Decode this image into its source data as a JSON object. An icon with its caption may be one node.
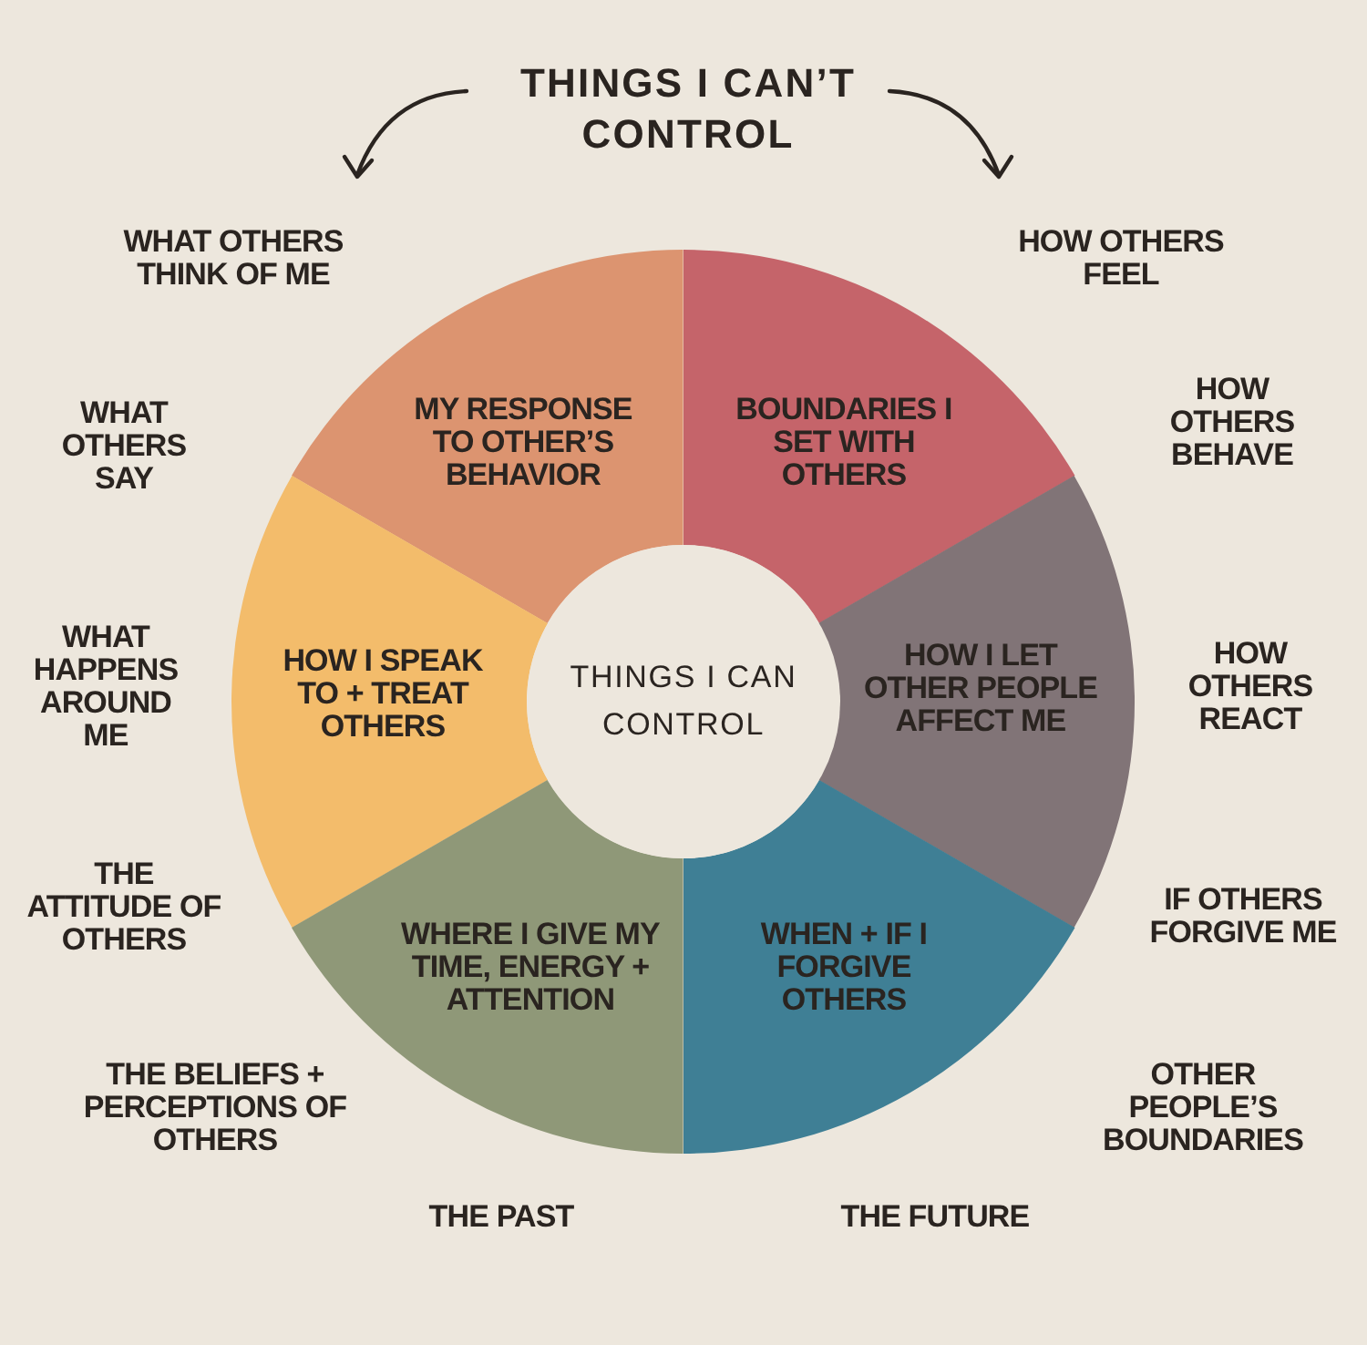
{
  "diagram": {
    "title": "THINGS I CAN’T CONTROL",
    "nodes": [
      {
        "text": [
          "MY RESPONSE TO OTHER’S BEHAVIOR"
        ]
      },
      {
        "text": [
          "BOUNDARIES I SET WITH OTHERS"
        ]
      },
      {
        "text": [
          "HOW I SPEAK TO + TREAT OTHERS"
        ]
      },
      {
        "text": [
          "THINGS I CAN CONTROL"
        ]
      },
      {
        "text": [
          "HOW I LET OTHER PEOPLE AFFECT ME"
        ]
      },
      {
        "text": [
          "WHERE I GIVE MY TIME, ENERGY + ATTENTION"
        ]
      },
      {
        "text": [
          "WHEN + IF I FORGIVE OTHERS"
        ]
      }
    ],
    "edges": [],
    "labels": [
      "WHAT OTHERS THINK OF ME",
      "HOW OTHERS FEEL",
      "WHAT OTHERS SAY",
      "HOW OTHERS BEHAVE",
      "WHAT HAPPENS AROUND ME",
      "HOW OTHERS REACT",
      "THE ATTITUDE OF OTHERS",
      "IF OTHERS FORGIVE ME",
      "THE BELIEFS + PERCEPTIONS OF OTHERS",
      "OTHER PEOPLE’S BOUNDARIES",
      "THE PAST",
      "THE FUTURE"
    ]
  }
}
